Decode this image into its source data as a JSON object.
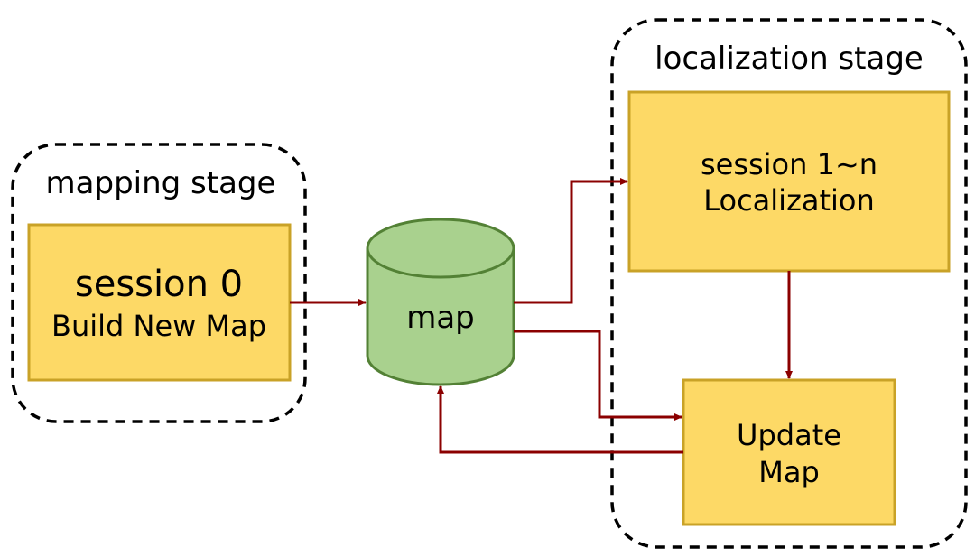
{
  "mapping_stage": {
    "title": "mapping stage",
    "session_box": {
      "line1": "session 0",
      "line2": "Build New Map"
    }
  },
  "map_store": {
    "label": "map"
  },
  "localization_stage": {
    "title": "localization stage",
    "session_box": {
      "line1": "session 1~n",
      "line2": "Localization"
    },
    "update_box": {
      "line1": "Update",
      "line2": "Map"
    }
  },
  "colors": {
    "box_fill": "#FDD966",
    "box_stroke": "#C9A227",
    "cylinder_fill": "#A9D18E",
    "cylinder_stroke": "#538135",
    "arrow": "#8B0000",
    "stage_border": "#000000"
  }
}
